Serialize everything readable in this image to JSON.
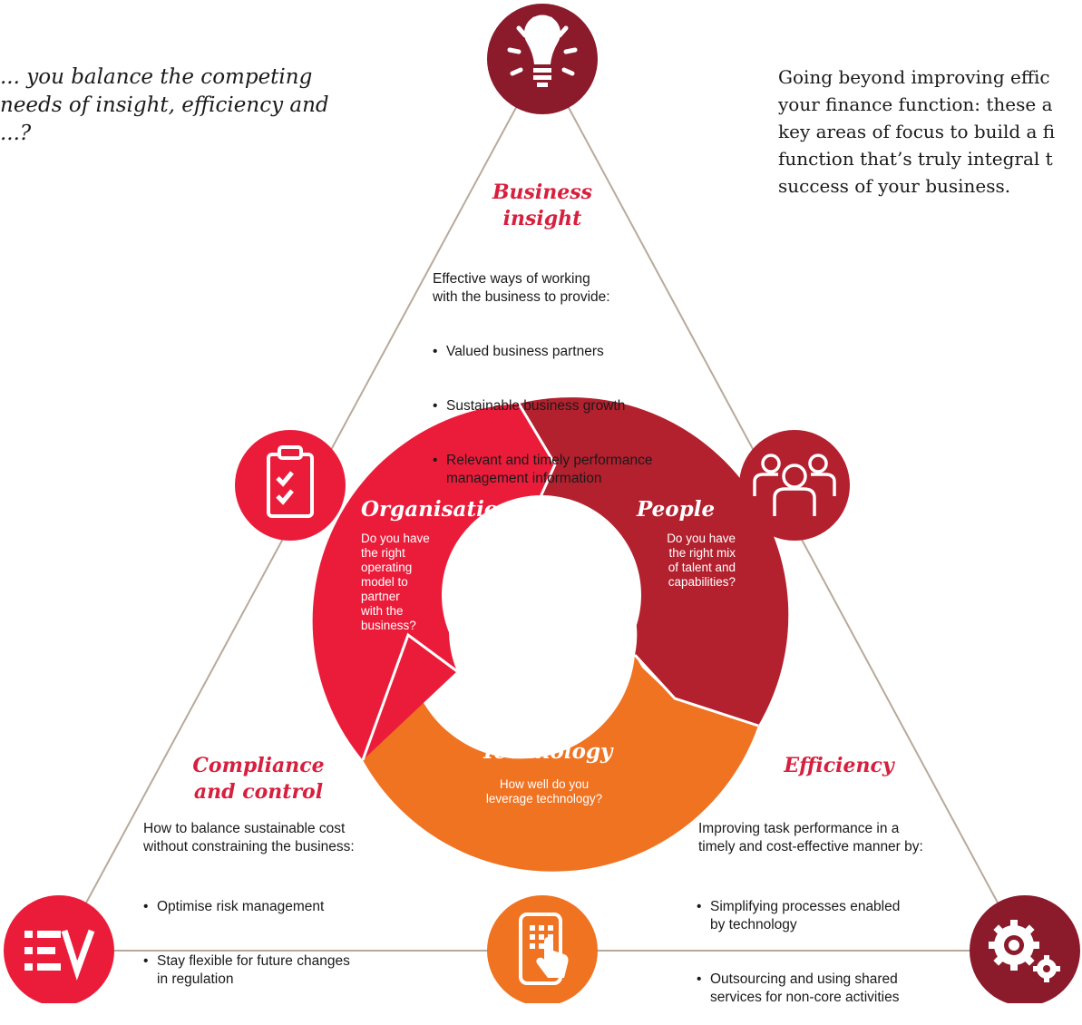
{
  "intro_left": "... you balance the competing\nneeds of insight, efficiency and\n...?",
  "intro_right": "Going beyond improving effic\nyour finance function: these a\nkey areas of focus to build a fi\nfunction that’s truly integral t\nsuccess of your business.",
  "colors": {
    "dark_red": "#8b1a2b",
    "maroon": "#b3202e",
    "red": "#eb1c3a",
    "orange": "#f07322",
    "triangle_line": "#b8a99b",
    "heading_red": "#d71f3e"
  },
  "business_insight": {
    "title": "Business\ninsight",
    "intro": "Effective ways of working\nwith the business to provide:",
    "bullets": [
      "Valued business partners",
      "Sustainable business growth",
      "Relevant and timely performance\nmanagement information"
    ]
  },
  "compliance": {
    "title": "Compliance\nand control",
    "intro": "How to balance sustainable cost\nwithout constraining the business:",
    "bullets": [
      "Optimise risk management",
      "Stay flexible for future changes\nin regulation"
    ]
  },
  "efficiency": {
    "title": "Efficiency",
    "intro": "Improving task performance in a\ntimely and cost-effective manner by:",
    "bullets": [
      "Simplifying processes enabled\nby technology",
      "Outsourcing and using shared\nservices for non-core activities"
    ]
  },
  "segments": {
    "organisation": {
      "title": "Organisation",
      "text": "Do you have\nthe right\noperating\nmodel to\npartner\nwith the\nbusiness?"
    },
    "people": {
      "title": "People",
      "text": "Do you have\nthe right mix\nof talent and\ncapabilities?"
    },
    "technology": {
      "title": "Technology",
      "text": "How well do you\nleverage technology?"
    }
  },
  "icons": [
    "lightbulb-icon",
    "clipboard-checklist-icon",
    "people-group-icon",
    "list-checkmark-icon",
    "mobile-touch-icon",
    "gears-icon"
  ]
}
